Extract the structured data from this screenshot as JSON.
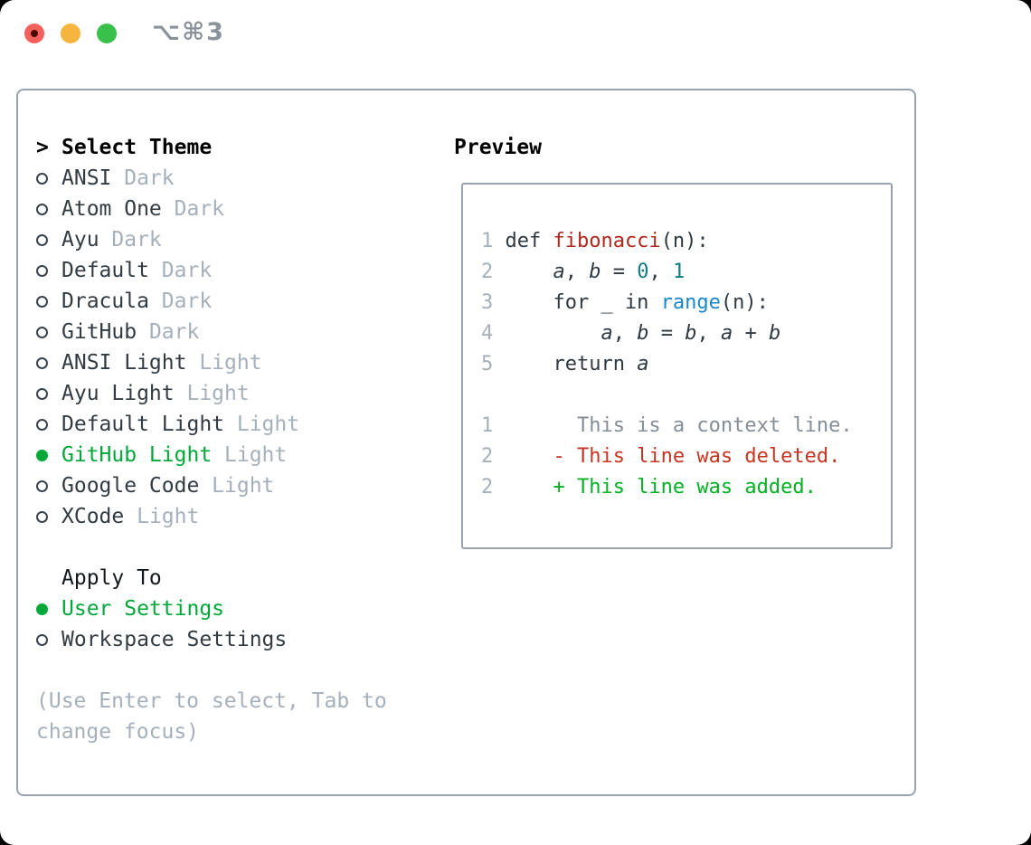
{
  "window": {
    "title": "⌥⌘3",
    "traffic_lights": {
      "close_color": "#f4605b",
      "close_inner_dot_color": "#4a0b05",
      "minimize_color": "#f6b53e",
      "maximize_color": "#38c24c"
    }
  },
  "theme_panel": {
    "header": {
      "prefix": ">",
      "label": "Select Theme"
    },
    "themes": [
      {
        "name": "ANSI",
        "variant": "Dark",
        "selected": false
      },
      {
        "name": "Atom One",
        "variant": "Dark",
        "selected": false
      },
      {
        "name": "Ayu",
        "variant": "Dark",
        "selected": false
      },
      {
        "name": "Default",
        "variant": "Dark",
        "selected": false
      },
      {
        "name": "Dracula",
        "variant": "Dark",
        "selected": false
      },
      {
        "name": "GitHub",
        "variant": "Dark",
        "selected": false
      },
      {
        "name": "ANSI Light",
        "variant": "Light",
        "selected": false
      },
      {
        "name": "Ayu Light",
        "variant": "Light",
        "selected": false
      },
      {
        "name": "Default Light",
        "variant": "Light",
        "selected": false
      },
      {
        "name": "GitHub Light",
        "variant": "Light",
        "selected": true
      },
      {
        "name": "Google Code",
        "variant": "Light",
        "selected": false
      },
      {
        "name": "XCode",
        "variant": "Light",
        "selected": false
      }
    ],
    "apply_to": {
      "label": "Apply To",
      "options": [
        {
          "name": "User Settings",
          "selected": true
        },
        {
          "name": "Workspace Settings",
          "selected": false
        }
      ]
    },
    "hint_line1": "(Use Enter to select, Tab to",
    "hint_line2": "change focus)"
  },
  "preview": {
    "label": "Preview",
    "code": [
      {
        "num": "1",
        "tokens": [
          {
            "t": "def "
          },
          {
            "t": "fibonacci"
          },
          {
            "t": "(n):"
          }
        ]
      },
      {
        "num": "2",
        "tokens": [
          {
            "t": "    "
          },
          {
            "t": "a"
          },
          {
            "t": ", "
          },
          {
            "t": "b"
          },
          {
            "t": " = "
          },
          {
            "t": "0"
          },
          {
            "t": ", "
          },
          {
            "t": "1"
          }
        ]
      },
      {
        "num": "3",
        "tokens": [
          {
            "t": "    for _ in "
          },
          {
            "t": "range"
          },
          {
            "t": "(n):"
          }
        ]
      },
      {
        "num": "4",
        "tokens": [
          {
            "t": "        "
          },
          {
            "t": "a"
          },
          {
            "t": ", "
          },
          {
            "t": "b"
          },
          {
            "t": " = "
          },
          {
            "t": "b"
          },
          {
            "t": ", "
          },
          {
            "t": "a"
          },
          {
            "t": " + "
          },
          {
            "t": "b"
          }
        ]
      },
      {
        "num": "5",
        "tokens": [
          {
            "t": "    return "
          },
          {
            "t": "a"
          }
        ]
      }
    ],
    "diff": [
      {
        "num": "1",
        "kind": "context",
        "text": "      This is a context line."
      },
      {
        "num": "2",
        "kind": "deleted",
        "text": "    - This line was deleted."
      },
      {
        "num": "2",
        "kind": "added",
        "text": "    + This line was added."
      }
    ]
  },
  "colors": {
    "selection_green": "#00a839",
    "added_green": "#00b121",
    "deleted_red": "#c93321",
    "function_red": "#b2271d",
    "number_teal": "#0e7d83",
    "builtin_blue": "#1a87c9",
    "muted_gray": "#a6b0ba",
    "context_gray": "#848e97",
    "text_dark": "#2f3942",
    "panel_border": "#98a3ad"
  }
}
